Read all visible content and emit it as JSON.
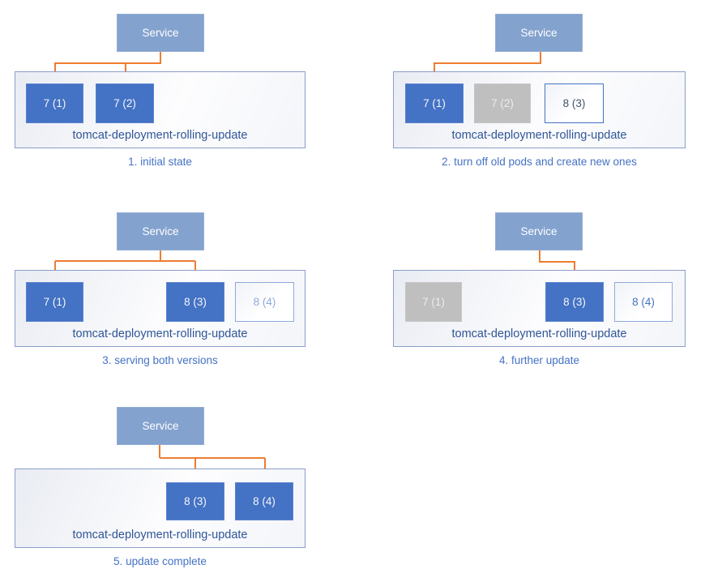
{
  "colors": {
    "pod_active": "#4472c4",
    "pod_off": "#bfbfbf",
    "pod_new_border": "#4472c4",
    "pod_new_light_border": "#8faadc",
    "service_fill": "#83a2ce",
    "arrow": "#ed7d31",
    "caption_text": "#4472c4",
    "deployment_label_text": "#2f5597"
  },
  "panels": [
    {
      "caption": "1. initial state",
      "service_label": "Service",
      "deployment_label": "tomcat-deployment-rolling-update",
      "pods": [
        {
          "label": "7 (1)",
          "state": "active",
          "receives_traffic": true
        },
        {
          "label": "7 (2)",
          "state": "active",
          "receives_traffic": true
        }
      ]
    },
    {
      "caption": "2. turn off old pods and create new ones",
      "service_label": "Service",
      "deployment_label": "tomcat-deployment-rolling-update",
      "pods": [
        {
          "label": "7 (1)",
          "state": "active",
          "receives_traffic": true
        },
        {
          "label": "7 (2)",
          "state": "off",
          "receives_traffic": false
        },
        {
          "label": "8 (3)",
          "state": "new",
          "receives_traffic": false
        }
      ]
    },
    {
      "caption": "3. serving both versions",
      "service_label": "Service",
      "deployment_label": "tomcat-deployment-rolling-update",
      "pods": [
        {
          "label": "7 (1)",
          "state": "active",
          "receives_traffic": true
        },
        {
          "label": "8 (3)",
          "state": "active",
          "receives_traffic": true
        },
        {
          "label": "8 (4)",
          "state": "new",
          "receives_traffic": false
        }
      ]
    },
    {
      "caption": "4. further update",
      "service_label": "Service",
      "deployment_label": "tomcat-deployment-rolling-update",
      "pods": [
        {
          "label": "7 (1)",
          "state": "off",
          "receives_traffic": false
        },
        {
          "label": "8 (3)",
          "state": "active",
          "receives_traffic": true
        },
        {
          "label": "8 (4)",
          "state": "new",
          "receives_traffic": false
        }
      ]
    },
    {
      "caption": "5. update complete",
      "service_label": "Service",
      "deployment_label": "tomcat-deployment-rolling-update",
      "pods": [
        {
          "label": "8 (3)",
          "state": "active",
          "receives_traffic": true
        },
        {
          "label": "8 (4)",
          "state": "active",
          "receives_traffic": true
        }
      ]
    }
  ]
}
